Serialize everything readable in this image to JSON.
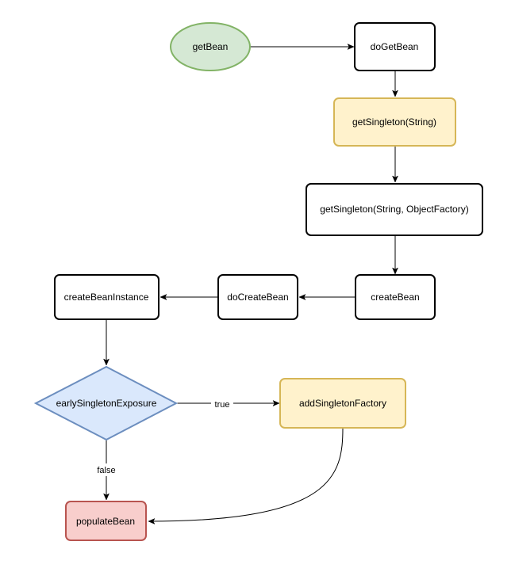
{
  "diagram": {
    "colors": {
      "default_fill": "#ffffff",
      "default_stroke": "#000000",
      "green_fill": "#d5e8d4",
      "green_stroke": "#82b366",
      "yellow_fill": "#fff2cc",
      "yellow_stroke": "#d6b656",
      "blue_fill": "#dae8fc",
      "blue_stroke": "#6c8ebf",
      "red_fill": "#f8cecc",
      "red_stroke": "#b85450",
      "edge": "#000000"
    },
    "nodes": {
      "getBean": "getBean",
      "doGetBean": "doGetBean",
      "getSingletonString": "getSingleton(String)",
      "getSingletonFactory": "getSingleton(String, ObjectFactory)",
      "createBean": "createBean",
      "doCreateBean": "doCreateBean",
      "createBeanInstance": "createBeanInstance",
      "earlySingletonExposure": "earlySingletonExposure",
      "addSingletonFactory": "addSingletonFactory",
      "populateBean": "populateBean"
    },
    "edge_labels": {
      "true": "true",
      "false": "false"
    }
  }
}
